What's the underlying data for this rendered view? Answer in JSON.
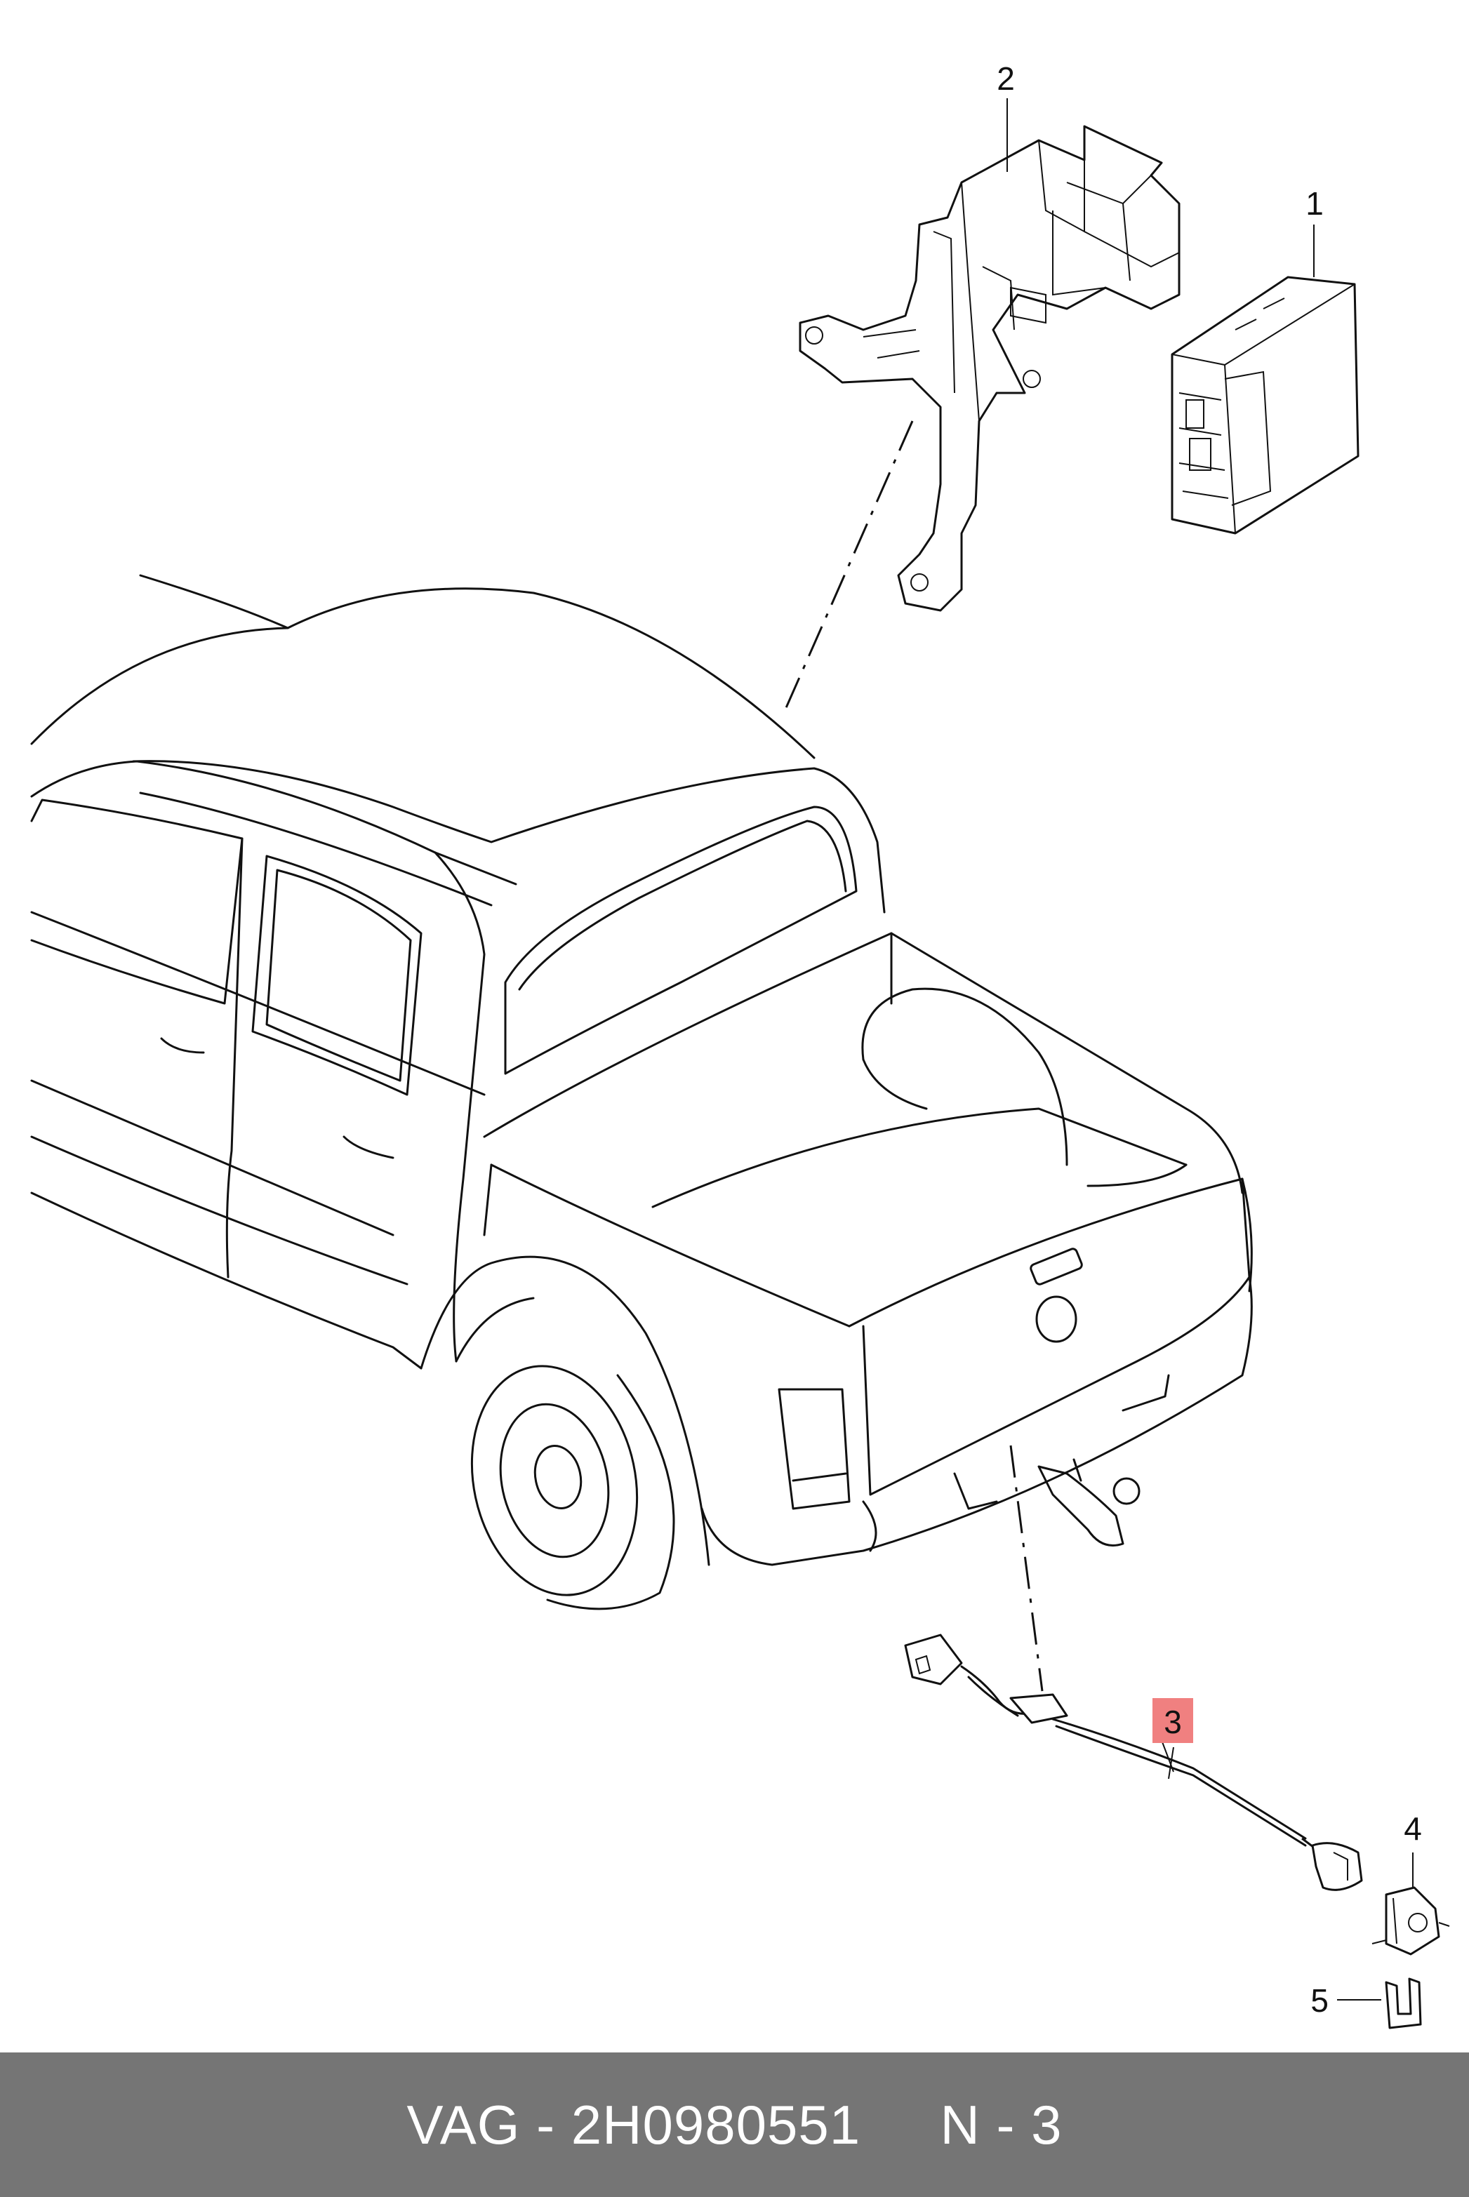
{
  "callouts": [
    {
      "label": "1"
    },
    {
      "label": "2"
    },
    {
      "label": "3",
      "highlight_color": "#f08080"
    },
    {
      "label": "4"
    },
    {
      "label": "5"
    }
  ],
  "footer": {
    "brand": "VAG",
    "part_number": "2H0980551",
    "position": "N - 3",
    "text": "VAG - 2H0980551     N - 3",
    "background_color": "#757575",
    "text_color": "#ffffff"
  }
}
